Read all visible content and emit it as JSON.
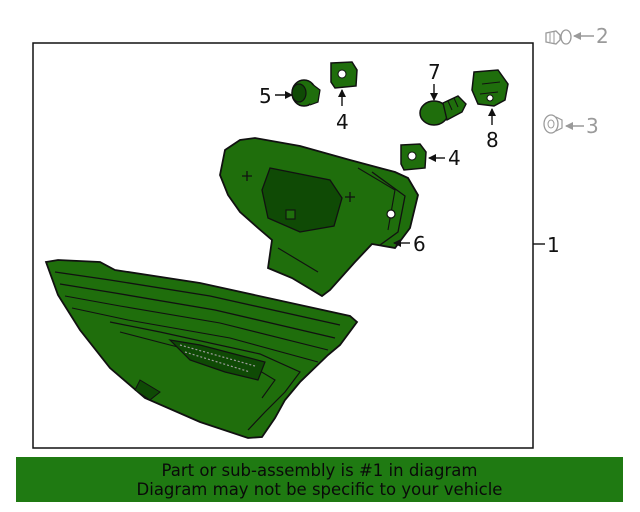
{
  "colors": {
    "part_fill": "#1f6e0c",
    "part_fill_dark": "#0f4a05",
    "outline": "#111111",
    "reference_gray": "#9a9a9a",
    "banner_bg": "#1f7a12",
    "banner_text": "#0a0a0a"
  },
  "callouts": {
    "c1": "1",
    "c2": "2",
    "c3": "3",
    "c4a": "4",
    "c4b": "4",
    "c5": "5",
    "c6": "6",
    "c7": "7",
    "c8": "8"
  },
  "banner": {
    "line1": "Part or sub-assembly is #1 in diagram",
    "line2": "Diagram may not be specific to your vehicle"
  }
}
